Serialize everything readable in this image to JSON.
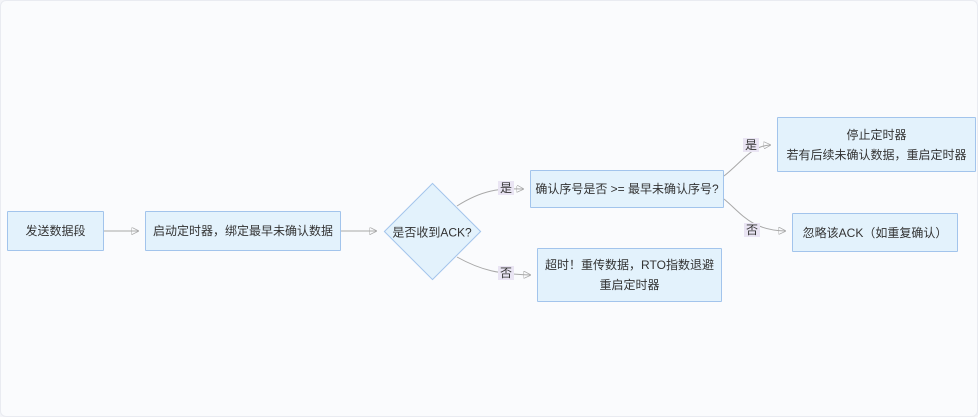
{
  "diagram": {
    "title": "TCP retransmission timer flowchart",
    "nodes": {
      "send_segment": {
        "label": "发送数据段"
      },
      "start_timer": {
        "label": "启动定时器，绑定最早未确认数据"
      },
      "ack_received": {
        "label": "是否收到ACK?"
      },
      "ack_seq_check": {
        "label": "确认序号是否 >= 最早未确认序号?"
      },
      "timeout_retransmit": {
        "lines": [
          "超时！重传数据，RTO指数退避",
          "重启定时器"
        ]
      },
      "stop_timer": {
        "lines": [
          "停止定时器",
          "若有后续未确认数据，重启定时器"
        ]
      },
      "ignore_ack": {
        "label": "忽略该ACK（如重复确认）"
      }
    },
    "edge_labels": {
      "ack_yes": "是",
      "ack_no": "否",
      "seq_yes": "是",
      "seq_no": "否"
    },
    "colors": {
      "node_fill": "#e3f2fc",
      "node_border": "#a2c4ec",
      "edge_stroke": "#a8a8a8",
      "edge_label_bg": "#e9e4f3",
      "text": "#333333",
      "canvas_bg": "#fafbfd"
    }
  }
}
